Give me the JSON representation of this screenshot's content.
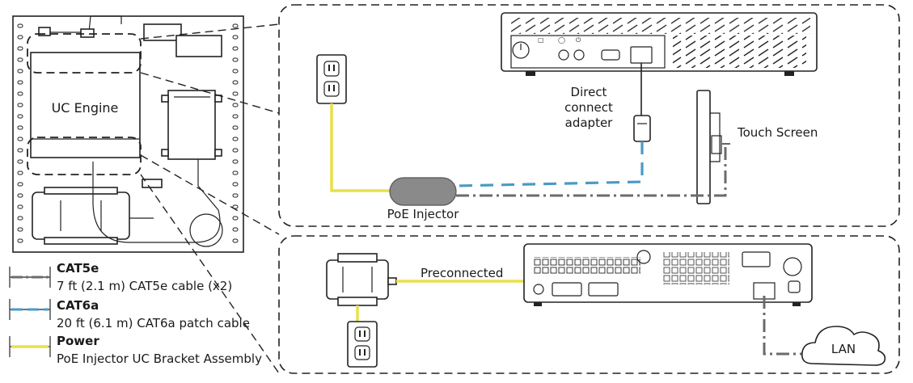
{
  "labels": {
    "uc_engine": "UC Engine",
    "poe_injector": "PoE Injector",
    "direct_connect_line1": "Direct",
    "direct_connect_line2": "connect",
    "direct_connect_line3": "adapter",
    "touch_screen": "Touch Screen",
    "preconnected": "Preconnected",
    "lan": "LAN"
  },
  "legend": [
    {
      "title": "CAT5e",
      "description": "7 ft (2.1 m) CAT5e cable (x2)",
      "color": "#6b6b6b",
      "style": "dash-dot"
    },
    {
      "title": "CAT6a",
      "description": "20 ft (6.1 m) CAT6a patch cable",
      "color": "#4a9ac4",
      "style": "dashed"
    },
    {
      "title": "Power",
      "description": "PoE Injector UC Bracket Assembly",
      "color": "#e8e04a",
      "style": "solid"
    }
  ],
  "colors": {
    "cat5e": "#6b6b6b",
    "cat6a": "#4a9ac4",
    "power": "#e8e04a",
    "device_fill": "#ffffff",
    "injector_fill": "#8a8a8a"
  }
}
